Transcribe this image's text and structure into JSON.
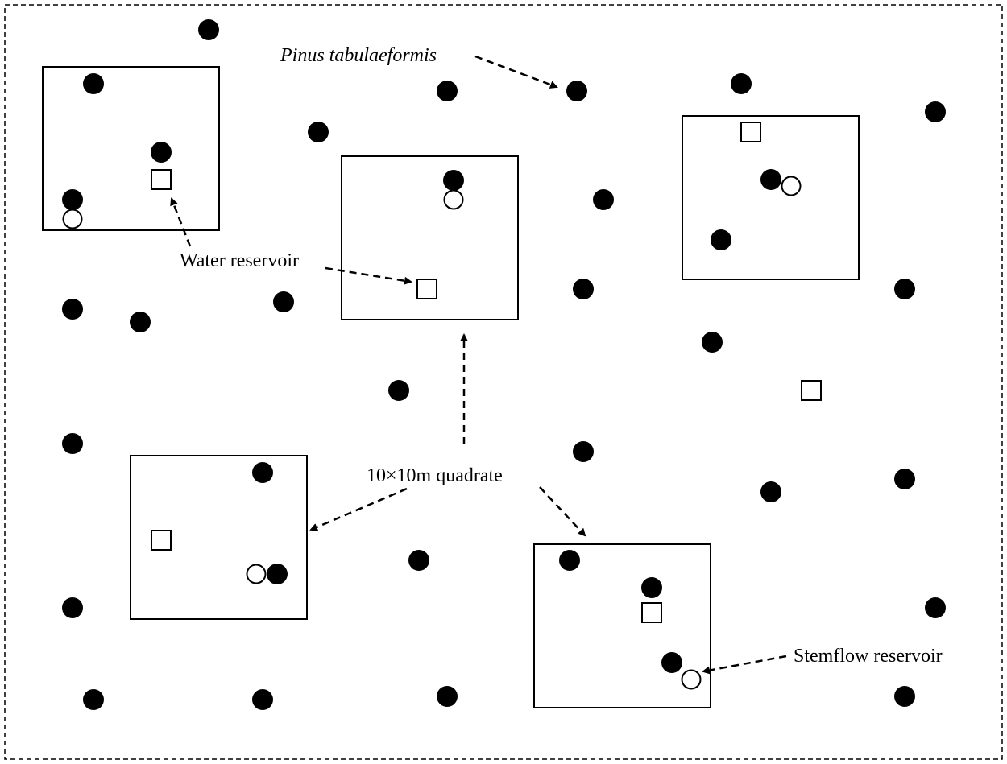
{
  "labels": {
    "species": "Pinus tabulaeformis",
    "water_reservoir": "Water reservoir",
    "quadrate": "10×10m quadrate",
    "stemflow": "Stemflow reservoir"
  },
  "colors": {
    "line": "#000000",
    "background": "#ffffff"
  },
  "legend_shapes": {
    "tree": "filled-circle",
    "stemflow_reservoir": "open-circle",
    "water_reservoir": "open-square"
  }
}
